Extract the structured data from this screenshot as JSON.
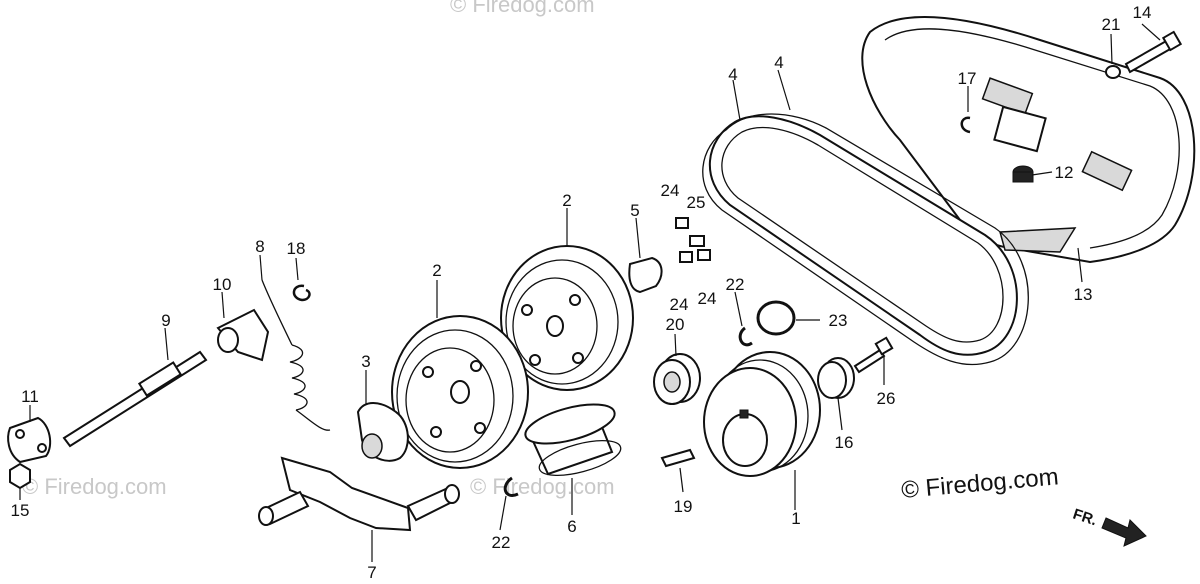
{
  "watermark": "© Firedog.com",
  "copyright": "© Firedog.com",
  "front_marker": "FR.",
  "callouts": {
    "p1": "1",
    "p2a": "2",
    "p2b": "2",
    "p3": "3",
    "p4a": "4",
    "p4b": "4",
    "p5": "5",
    "p6": "6",
    "p7": "7",
    "p8": "8",
    "p9": "9",
    "p10": "10",
    "p11": "11",
    "p12": "12",
    "p13": "13",
    "p14": "14",
    "p15": "15",
    "p16": "16",
    "p17": "17",
    "p18": "18",
    "p19": "19",
    "p20": "20",
    "p21": "21",
    "p22a": "22",
    "p22b": "22",
    "p23": "23",
    "p24a": "24",
    "p24b": "24",
    "p24c": "24",
    "p25": "25",
    "p26": "26"
  }
}
